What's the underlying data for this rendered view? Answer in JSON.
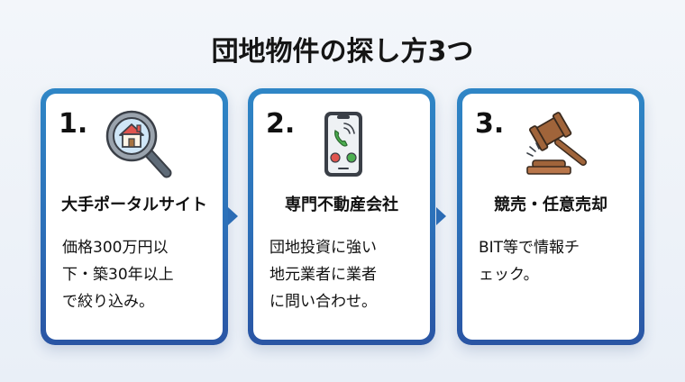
{
  "title": "団地物件の探し方3つ",
  "colors": {
    "card_border_top": "#2f86c6",
    "card_border_bottom": "#2a55a4",
    "arrow": "#2b6cb5",
    "background": "#eef3f9"
  },
  "cards": [
    {
      "number": "1.",
      "icon": "house-magnifier-icon",
      "heading": "大手ポータルサイト",
      "lines": [
        "価格300万円以",
        "下・築30年以上",
        "で絞り込み。"
      ]
    },
    {
      "number": "2.",
      "icon": "smartphone-call-icon",
      "heading": "専門不動産会社",
      "lines": [
        "団地投資に強い",
        "地元業者に業者",
        "に問い合わせ。"
      ]
    },
    {
      "number": "3.",
      "icon": "gavel-icon",
      "heading": "競売・任意売却",
      "lines": [
        "BIT等で情報チ",
        "ェック。"
      ]
    }
  ],
  "arrows": [
    "arrow-right-icon",
    "arrow-right-icon"
  ]
}
